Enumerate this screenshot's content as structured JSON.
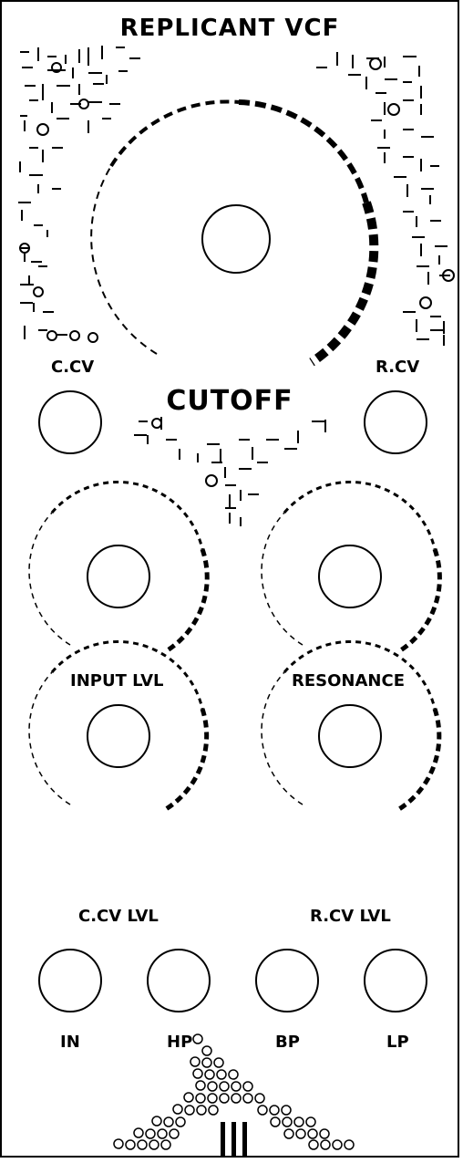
{
  "module": {
    "title": "REPLICANT VCF",
    "cutoff_label": "CUTOFF",
    "jacks_top": {
      "left_label": "C.CV",
      "right_label": "R.CV"
    },
    "knobs": {
      "input_lvl_label": "INPUT LVL",
      "resonance_label": "RESONANCE",
      "ccv_lvl_label": "C.CV LVL",
      "rcv_lvl_label": "R.CV LVL"
    },
    "jacks_bottom": [
      {
        "label": "IN"
      },
      {
        "label": "HP"
      },
      {
        "label": "BP"
      },
      {
        "label": "LP"
      }
    ]
  }
}
